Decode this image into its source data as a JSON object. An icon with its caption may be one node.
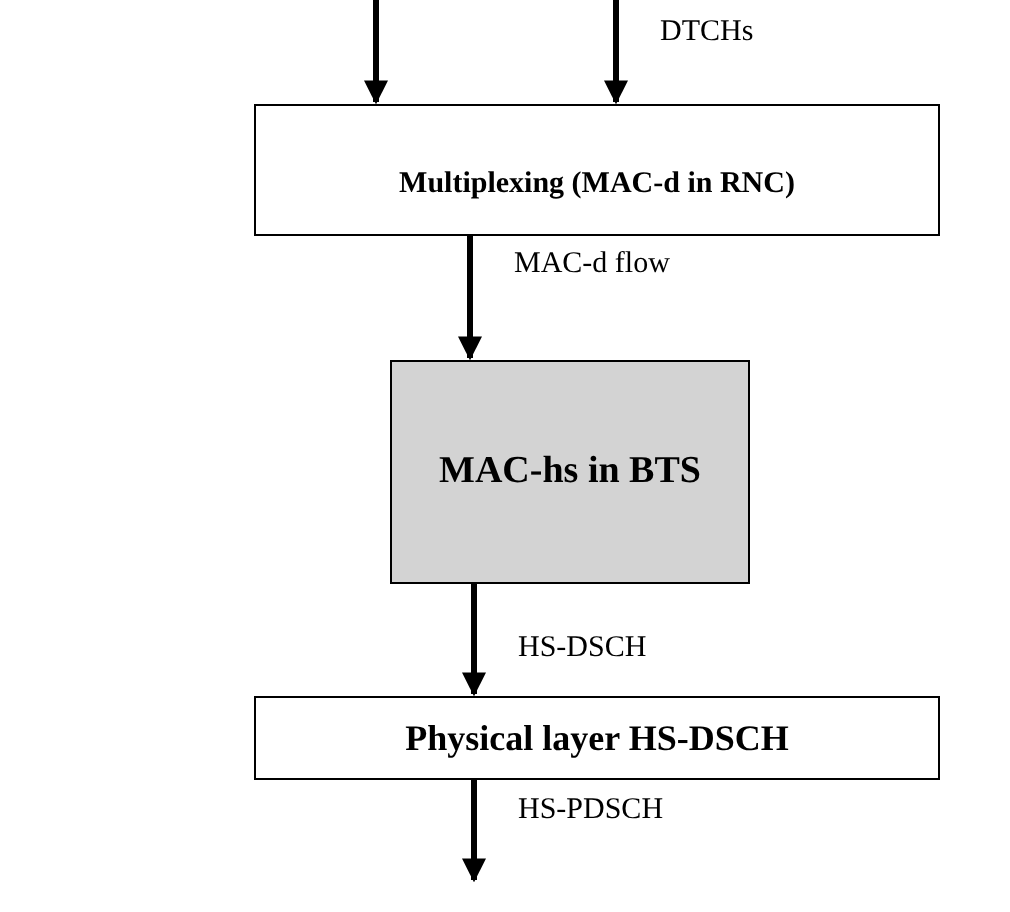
{
  "diagram": {
    "nodes": [
      {
        "text": [
          "Multiplexing (MAC-d in RNC)"
        ]
      },
      {
        "text": [
          "MAC-hs in BTS"
        ]
      },
      {
        "text": [
          "Physical layer HS-DSCH"
        ]
      }
    ],
    "edges": [
      {
        "from": null,
        "to": 0,
        "arrow": "to"
      },
      {
        "from": null,
        "to": 0,
        "arrow": "to",
        "label": "DTCHs"
      },
      {
        "from": 0,
        "to": 1,
        "arrow": "to",
        "label": "MAC-d flow"
      },
      {
        "from": 1,
        "to": 2,
        "arrow": "to",
        "label": "HS-DSCH"
      },
      {
        "from": 2,
        "to": null,
        "arrow": "to",
        "label": "HS-PDSCH"
      }
    ]
  }
}
